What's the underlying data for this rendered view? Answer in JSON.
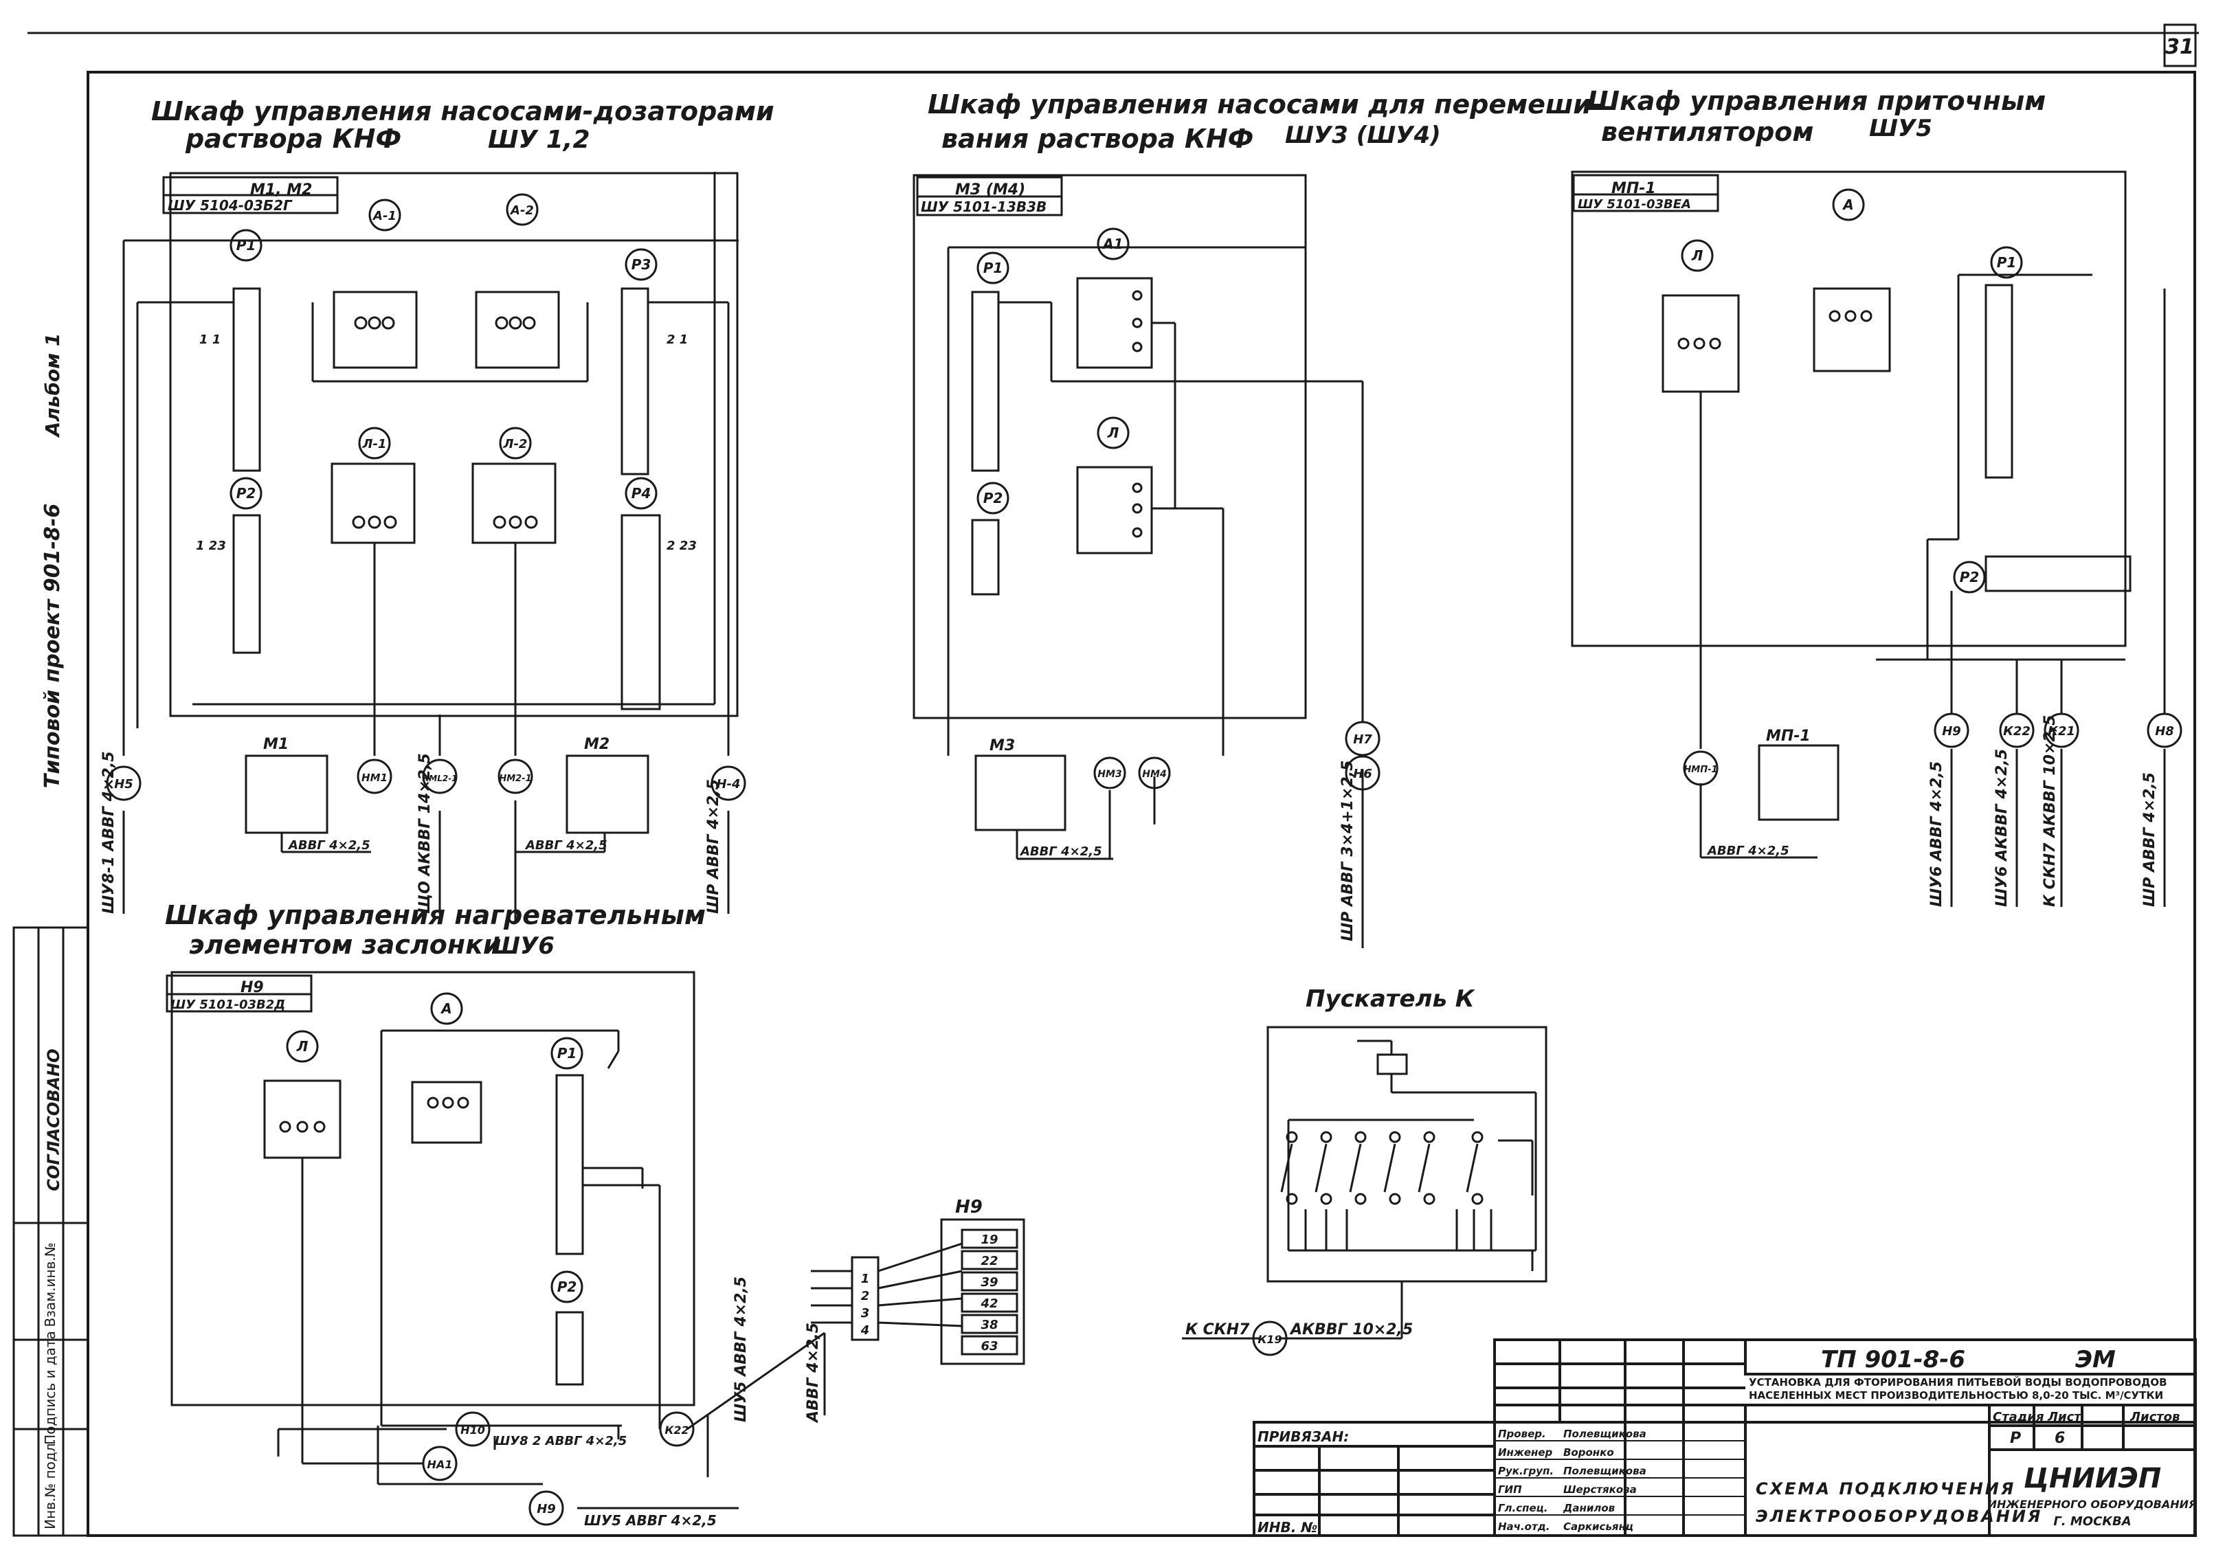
{
  "sheet": {
    "number": "31",
    "album_label": "Альбом 1",
    "project_label": "Типовой проект 901-8-6",
    "agreed_label": "СОГЛАСОВАНО",
    "stamp_labels": [
      "Инв.№ подл.",
      "Подпись и дата",
      "Взам.инв.№"
    ]
  },
  "panels": {
    "shu12": {
      "title1": "Шкаф управления насосами-дозаторами",
      "title2": "раствора КНФ",
      "code": "ШУ 1,2",
      "header1": "М1, М2",
      "header2": "ШУ 5104-03Б2Г",
      "devices": [
        "Р1",
        "Р2",
        "Р3",
        "Р4",
        "А-1",
        "А-2",
        "Л-1",
        "Л-2"
      ],
      "bus_labels": [
        "1 1",
        "2 1",
        "1 23",
        "2 23"
      ],
      "motors": [
        "М1",
        "М2"
      ],
      "circle_nodes": [
        "Н5",
        "НМ1",
        "КМL2-1",
        "НМ2-1",
        "Н-4"
      ],
      "cables": [
        "ШУ8-1 АВВГ 4×2,5",
        "ЩО АКВВГ 14×2,5",
        "ШР АВВГ 4×2,5"
      ],
      "motor_cable": "АВВГ 4×2,5"
    },
    "shu34": {
      "title1": "Шкаф управления насосами для перемеши-",
      "title2": "вания раствора КНФ",
      "code": "ШУ3 (ШУ4)",
      "header1": "М3 (М4)",
      "header2": "ШУ 5101-13В3В",
      "devices": [
        "Р1",
        "Р2",
        "А1",
        "Л"
      ],
      "motor": "М3",
      "circle_nodes": [
        "НМ3",
        "НМ4",
        "Н7",
        "Н6"
      ],
      "cables": [
        "ШР АВВГ 3×4+1×2,5"
      ],
      "motor_cable": "АВВГ 4×2,5"
    },
    "shu5": {
      "title1": "Шкаф управления приточным",
      "title2": "вентилятором",
      "code": "ШУ5",
      "header1": "МП-1",
      "header2": "ШУ 5101-03ВЕА",
      "devices": [
        "Л",
        "А",
        "Р1",
        "Р2"
      ],
      "motor": "МП-1",
      "circle_nodes": [
        "НМП-1",
        "Н9",
        "К22",
        "К21",
        "Н8"
      ],
      "cables": [
        "ШУ6 АВВГ 4×2,5",
        "ШУ6 АКВВГ 4×2,5",
        "К СКН7 АКВВГ 10×2,5",
        "ШР АВВГ 4×2,5"
      ],
      "motor_cable": "АВВГ 4×2,5"
    },
    "shu6": {
      "title1": "Шкаф управления нагревательным",
      "title2": "элементом заслонки",
      "code": "ШУ6",
      "header1": "Н9",
      "header2": "ШУ 5101-03В2Д",
      "devices": [
        "Л",
        "А",
        "Р1",
        "Р2"
      ],
      "circle_nodes": [
        "Н10",
        "НА1",
        "К22",
        "Н9"
      ],
      "cables": [
        "ШУ8 2 АВВГ 4×2,5",
        "ШУ5 АВВГ 4×2,5",
        "АВВГ 4×2,5",
        "ШУ5 АВВГ 4×2,5"
      ]
    },
    "n9": {
      "title": "Н9",
      "cells": [
        "19",
        "22",
        "39",
        "42",
        "38",
        "63"
      ],
      "terminals": [
        "1",
        "2",
        "3",
        "4"
      ]
    },
    "starter": {
      "title": "Пускатель К",
      "cable": "К СКН7",
      "node": "К19",
      "cable_spec": "АКВВГ 10×2,5"
    }
  },
  "title_block": {
    "doc_code": "ТП 901-8-6",
    "sheet_mark": "ЭМ",
    "description": "Установка для фторирования питьевой воды водопроводов населенных мест производительностью 8,0-20 тыс. м³/сутки",
    "stage_hdr": "Стадия",
    "sheet_hdr": "Лист",
    "sheets_hdr": "Листов",
    "stage": "Р",
    "sheet": "6",
    "drawing_title1": "Схема подключения",
    "drawing_title2": "электрооборудования",
    "org1": "ЦНИИЭП",
    "org2": "инженерного оборудования",
    "org3": "г. Москва",
    "binding_label": "Привязан:",
    "inv_label": "Инв. №",
    "roles": [
      "Провер.",
      "Инженер",
      "Рук.груп.",
      "ГИП",
      "Гл.спец.",
      "Нач.отд."
    ],
    "names": [
      "Полевщикова",
      "Воронко",
      "Полевщикова",
      "Шерстякова",
      "Данилов",
      "Саркисьянц"
    ]
  }
}
